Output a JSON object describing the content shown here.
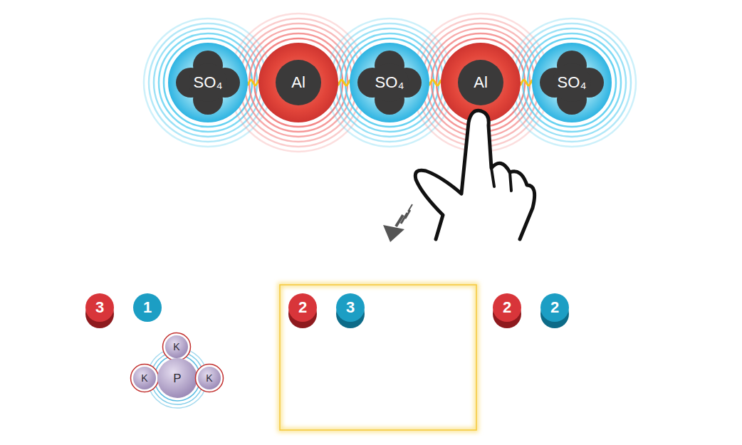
{
  "diagram": {
    "nodes": [
      {
        "text": [
          "SO₄"
        ]
      },
      {
        "text": [
          "Al"
        ]
      },
      {
        "text": [
          "SO₄"
        ]
      },
      {
        "text": [
          "Al"
        ]
      },
      {
        "text": [
          "SO₄"
        ]
      },
      {
        "text": [
          "K"
        ]
      },
      {
        "text": [
          "K"
        ]
      },
      {
        "text": [
          "P"
        ]
      },
      {
        "text": [
          "K"
        ]
      }
    ],
    "edges": [
      {
        "from": 0,
        "to": 1,
        "arrow": "none"
      },
      {
        "from": 1,
        "to": 2,
        "arrow": "none"
      },
      {
        "from": 2,
        "to": 3,
        "arrow": "none"
      },
      {
        "from": 3,
        "to": 4,
        "arrow": "none"
      }
    ],
    "labels": [
      "3",
      "1",
      "2",
      "3",
      "2",
      "2"
    ]
  }
}
